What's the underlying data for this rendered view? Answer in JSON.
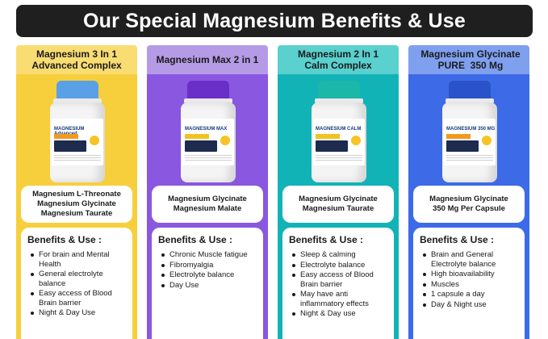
{
  "banner": {
    "title": "Our Special Magnesium Benefits & Use"
  },
  "benefits_title": "Benefits & Use :",
  "columns": [
    {
      "heading": [
        "Magnesium 3 In 1",
        "Advanced Complex"
      ],
      "bottle": {
        "title": "MAGNESIUM Advanced",
        "cap_color": "#5aa0e6",
        "stripe_color": "#f29a1f"
      },
      "names": [
        "Magnesium L-Threonate",
        "Magnesium Glycinate",
        "Magnesium Taurate"
      ],
      "benefits": [
        "For brain and Mental Health",
        "General electrolyte balance",
        "Easy access of Blood Brain barrier",
        "Night & Day Use"
      ]
    },
    {
      "heading": [
        "Magnesium Max 2 in 1"
      ],
      "bottle": {
        "title": "MAGNESIUM MAX",
        "cap_color": "#6a2fc7",
        "stripe_color": "#f2c31f"
      },
      "names": [
        "Magnesium Glycinate",
        "Magnesium Malate"
      ],
      "benefits": [
        "Chronic Muscle fatigue",
        "Fibromyalgia",
        "Electrolyte balance",
        "Day Use"
      ]
    },
    {
      "heading": [
        "Magnesium 2 In 1",
        "Calm Complex"
      ],
      "bottle": {
        "title": "MAGNESIUM CALM",
        "cap_color": "#1bb7a8",
        "stripe_color": "#f2c31f"
      },
      "names": [
        "Magnesium Glycinate",
        "Magnesium Taurate"
      ],
      "benefits": [
        "Sleep & calming",
        "Electrolyte balance",
        "Easy access of Blood Brain barrier",
        "May have anti inflammatory effects",
        "Night & Day use"
      ]
    },
    {
      "heading": [
        "Magnesium Glycinate",
        "PURE  350 Mg"
      ],
      "bottle": {
        "title": "MAGNESIUM 350 MG",
        "cap_color": "#2a52c9",
        "stripe_color": "#f29a1f"
      },
      "names": [
        "Magnesium Glycinate",
        "350 Mg Per Capsule"
      ],
      "benefits": [
        "Brain and General Electrolyte balance",
        "High bioavailability",
        "Muscles",
        "1 capsule a day",
        "Day & Night use"
      ]
    }
  ]
}
